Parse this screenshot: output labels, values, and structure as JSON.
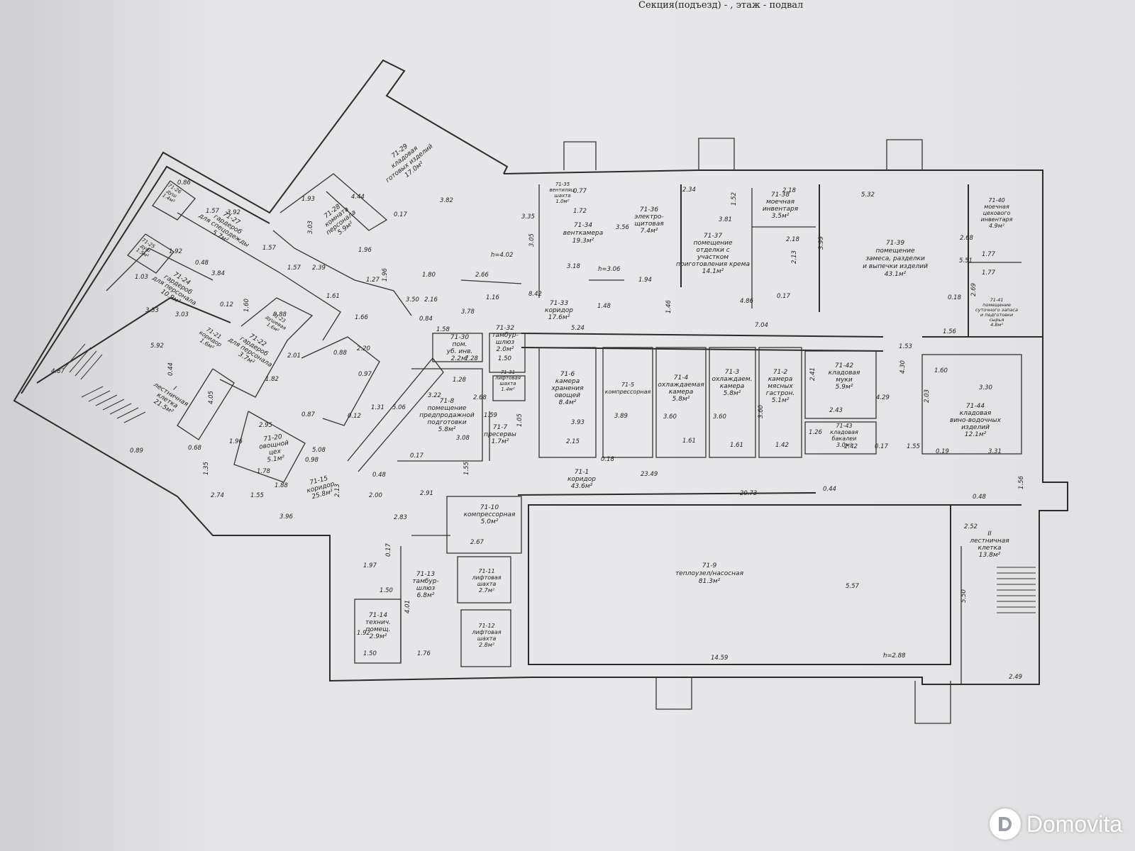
{
  "header": "Секция(подъезд) - , этаж - подвал",
  "watermark": "Domovita",
  "heights": [
    "h=4.02",
    "h=3.06",
    "h=2.88"
  ],
  "rooms": [
    {
      "id": "71-29",
      "name": [
        "кладовая",
        "готовых изделий"
      ],
      "area": "17.0м²"
    },
    {
      "id": "71-28",
      "name": [
        "комната",
        "персонала"
      ],
      "area": "5.9м²"
    },
    {
      "id": "71-27",
      "name": [
        "гардероб",
        "для спецодежды"
      ],
      "area": "5.7м²"
    },
    {
      "id": "71-26",
      "name": [
        "душ"
      ],
      "area": "1.4м²"
    },
    {
      "id": "71-25",
      "name": [
        "душ"
      ],
      "area": "1.5м²"
    },
    {
      "id": "71-24",
      "name": [
        "гардероб",
        "для персонала"
      ],
      "area": "10.9м²"
    },
    {
      "id": "71-23",
      "name": [
        "душевая"
      ],
      "area": "1.6м²"
    },
    {
      "id": "71-22",
      "name": [
        "гардероб",
        "для персонала"
      ],
      "area": "3.7м²"
    },
    {
      "id": "71-21",
      "name": [
        "коридор"
      ],
      "area": "1.6м²"
    },
    {
      "id": "71-30",
      "name": [
        "пом.",
        "уб. инв."
      ],
      "area": "2.2м²"
    },
    {
      "id": "71-32",
      "name": [
        "тамбур-",
        "шлюз"
      ],
      "area": "2.0м²"
    },
    {
      "id": "71-31",
      "name": [
        "лифтовая",
        "шахта"
      ],
      "area": "1.4м²"
    },
    {
      "id": "71-20",
      "name": [
        "овощной",
        "цех"
      ],
      "area": "5.1м²"
    },
    {
      "id": "71-15",
      "name": [
        "коридор"
      ],
      "area": "25.8м²"
    },
    {
      "id": "71-1",
      "name": [
        "коридор"
      ],
      "area": "43.6м²"
    },
    {
      "id": "I",
      "name": [
        "лестничная",
        "клетка"
      ],
      "area": "21.5м²"
    },
    {
      "id": "71-35",
      "name": [
        "вентиляц.",
        "шахта"
      ],
      "area": "1.0м²"
    },
    {
      "id": "71-34",
      "name": [
        "венткамера"
      ],
      "area": "19.3м²"
    },
    {
      "id": "71-36",
      "name": [
        "электро-",
        "щитовая"
      ],
      "area": "7.4м²"
    },
    {
      "id": "71-37",
      "name": [
        "помещение",
        "отделки с",
        "участком",
        "приготовления крема"
      ],
      "area": "14.1м²"
    },
    {
      "id": "71-38",
      "name": [
        "моечная",
        "инвентаря"
      ],
      "area": "3.5м²"
    },
    {
      "id": "71-39",
      "name": [
        "помещение",
        "замеса, разделки",
        "и выпечки изделий"
      ],
      "area": "43.1м²"
    },
    {
      "id": "71-40",
      "name": [
        "моечная",
        "цехового",
        "инвентаря"
      ],
      "area": "4.9м²"
    },
    {
      "id": "71-41",
      "name": [
        "помещение",
        "суточного запаса",
        "и подготовки",
        "сырья"
      ],
      "area": "4.8м²"
    },
    {
      "id": "71-33",
      "name": [
        "коридор"
      ],
      "area": "17.6м²"
    },
    {
      "id": "71-8",
      "name": [
        "помещение",
        "предпродажной",
        "подготовки"
      ],
      "area": "5.8м²"
    },
    {
      "id": "71-7",
      "name": [
        "пресервы"
      ],
      "area": "1.7м²"
    },
    {
      "id": "71-6",
      "name": [
        "камера",
        "хранения",
        "овощей"
      ],
      "area": "8.4м²"
    },
    {
      "id": "71-5",
      "name": [
        "компрессорная"
      ],
      "area": ""
    },
    {
      "id": "71-4",
      "name": [
        "охлаждаемая",
        "камера"
      ],
      "area": "5.8м²"
    },
    {
      "id": "71-3",
      "name": [
        "охлаждаем.",
        "камера"
      ],
      "area": "5.8м²"
    },
    {
      "id": "71-2",
      "name": [
        "камера",
        "мясных",
        "гастрон."
      ],
      "area": "5.1м²"
    },
    {
      "id": "71-42",
      "name": [
        "кладовая",
        "муки"
      ],
      "area": "5.9м²"
    },
    {
      "id": "71-43",
      "name": [
        "кладовая",
        "бакалеи"
      ],
      "area": "3.0м²"
    },
    {
      "id": "71-44",
      "name": [
        "кладовая",
        "вино-водочных",
        "изделий"
      ],
      "area": "12.1м²"
    },
    {
      "id": "71-10",
      "name": [
        "компрессорная"
      ],
      "area": "5.0м²"
    },
    {
      "id": "71-13",
      "name": [
        "тамбур-",
        "шлюз"
      ],
      "area": "6.8м²"
    },
    {
      "id": "71-11",
      "name": [
        "лифтовая",
        "шахта"
      ],
      "area": "2.7м²"
    },
    {
      "id": "71-12",
      "name": [
        "лифтовая",
        "шахта"
      ],
      "area": "2.8м²"
    },
    {
      "id": "71-14",
      "name": [
        "технич.",
        "помещ."
      ],
      "area": "2.9м²"
    },
    {
      "id": "71-9",
      "name": [
        "теплоузел/насосная"
      ],
      "area": "81.3м²"
    },
    {
      "id": "II",
      "name": [
        "лестничная",
        "клетка"
      ],
      "area": "13.8м²"
    }
  ],
  "dimensions": [
    "4.44",
    "3.82",
    "1.93",
    "3.03",
    "1.96",
    "1.27",
    "1.96",
    "1.80",
    "0.17",
    "0.86",
    "1.57",
    "3.92",
    "1.57",
    "1.57",
    "2.39",
    "1.61",
    "1.66",
    "0.48",
    "3.84",
    "1.92",
    "1.03",
    "3.53",
    "3.03",
    "0.12",
    "1.60",
    "0.88",
    "2.01",
    "1.82",
    "5.92",
    "4.87",
    "4.05",
    "0.68",
    "0.89",
    "0.44",
    "2.95",
    "1.96",
    "1.78",
    "1.88",
    "0.98",
    "5.08",
    "2.20",
    "0.88",
    "0.97",
    "0.87",
    "1.31",
    "0.12",
    "5.06",
    "3.50",
    "2.16",
    "0.84",
    "1.58",
    "3.78",
    "1.28",
    "1.16",
    "1.50",
    "3.22",
    "2.68",
    "1.28",
    "1.59",
    "3.08",
    "1.05",
    "0.17",
    "0.48",
    "1.35",
    "2.74",
    "1.55",
    "2.13",
    "2.00",
    "2.91",
    "1.55",
    "3.96",
    "2.83",
    "0.17",
    "1.97",
    "1.50",
    "4.01",
    "1.92",
    "1.50",
    "1.76",
    "2.67",
    "3.35",
    "1.72",
    "0.77",
    "3.56",
    "3.05",
    "3.18",
    "2.66",
    "8.42",
    "1.48",
    "1.94",
    "1.46",
    "2.34",
    "3.81",
    "1.52",
    "2.18",
    "2.18",
    "2.13",
    "0.17",
    "4.86",
    "3.99",
    "5.32",
    "2.68",
    "1.77",
    "1.77",
    "5.51",
    "2.69",
    "0.18",
    "1.56",
    "5.24",
    "7.04",
    "1.53",
    "2.41",
    "2.43",
    "1.26",
    "2.42",
    "0.17",
    "4.29",
    "4.30",
    "1.55",
    "1.60",
    "2.03",
    "3.30",
    "0.19",
    "3.31",
    "3.93",
    "3.89",
    "2.15",
    "0.18",
    "3.60",
    "1.61",
    "3.60",
    "1.61",
    "3.60",
    "1.42",
    "23.49",
    "20.73",
    "0.44",
    "0.48",
    "1.56",
    "2.52",
    "5.57",
    "5.50",
    "14.59",
    "2.49"
  ]
}
